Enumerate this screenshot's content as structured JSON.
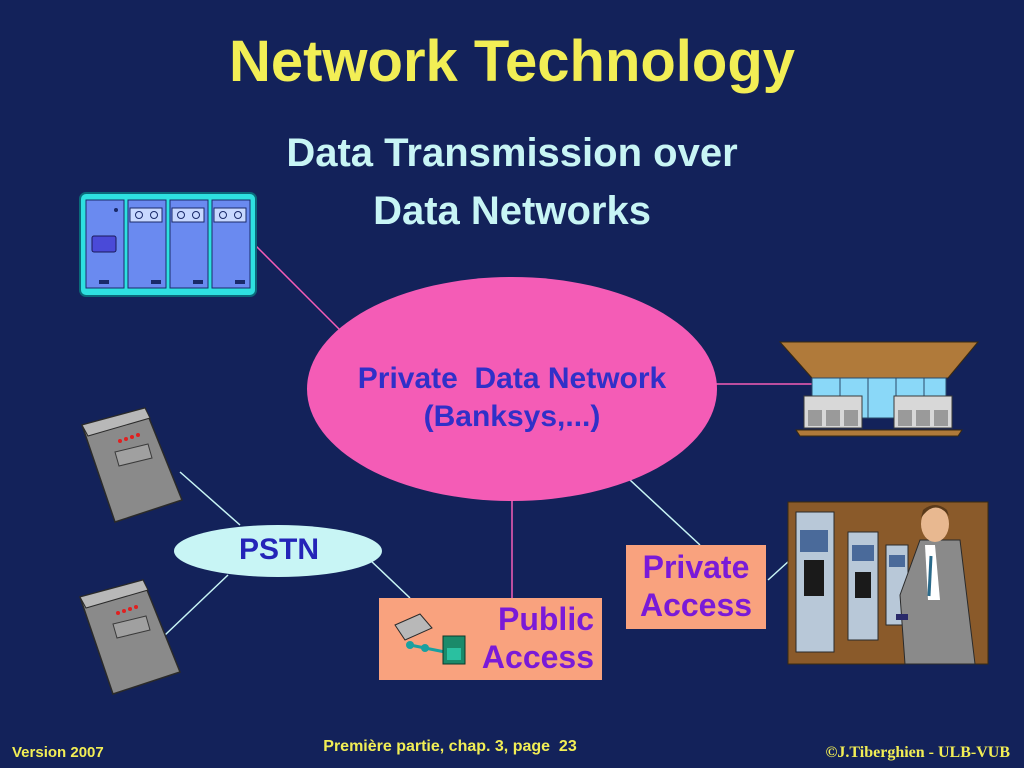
{
  "slide": {
    "title": "Network Technology",
    "subtitle_line1": "Data Transmission over",
    "subtitle_line2": "Data Networks"
  },
  "diagram": {
    "private_network": {
      "line1": "Private  Data Network",
      "line2": "(Banksys,...)"
    },
    "pstn": "PSTN",
    "public_access": {
      "line1": "Public",
      "line2": "Access"
    },
    "private_access": {
      "line1": "Private",
      "line2": "Access"
    }
  },
  "footer": {
    "version": "Version 2007",
    "page": "Première partie, chap. 3, page  23",
    "copyright": "©J.Tiberghien - ULB-VUB"
  },
  "colors": {
    "background": "#13225a",
    "title": "#f2ee55",
    "subtitle": "#c8f5f5",
    "private_network_ellipse": "#f45cb6",
    "pstn_ellipse": "#c8f5f5",
    "access_box": "#f9a27e",
    "connector_lines": "#f45cb6",
    "pstn_lines": "#c8f5f5"
  }
}
